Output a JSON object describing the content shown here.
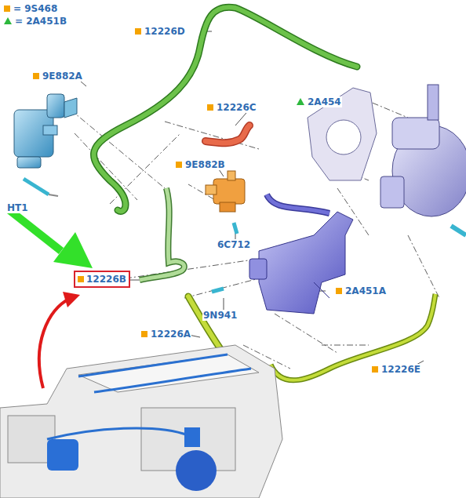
{
  "diagram": {
    "nodes": [
      {
        "text": [
          "12226B"
        ]
      }
    ],
    "labels": [
      "12226D",
      "9E882A",
      "12226C",
      "2A454",
      "9E882B",
      "HT1",
      "6C712",
      "9N941",
      "2A451A",
      "12226A",
      "12226E"
    ],
    "legend": [
      {
        "text": "= 9S468",
        "color": "#f5a300"
      },
      {
        "text": "= 2A451B"
      }
    ]
  }
}
